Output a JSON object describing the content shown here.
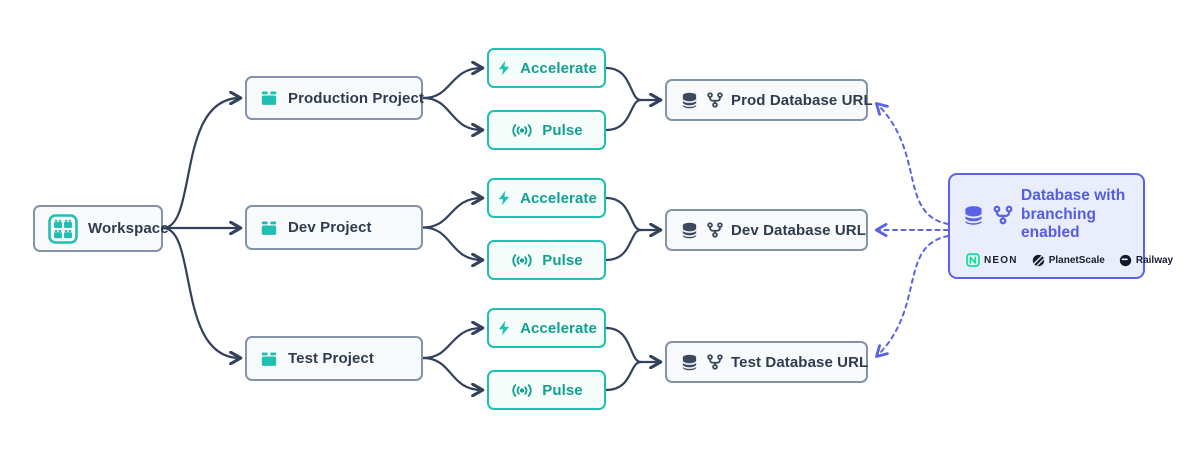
{
  "workspace": {
    "label": "Workspace"
  },
  "rows": [
    {
      "project": "Production Project",
      "accelerate": "Accelerate",
      "pulse": "Pulse",
      "database_url": "Prod Database URL"
    },
    {
      "project": "Dev Project",
      "accelerate": "Accelerate",
      "pulse": "Pulse",
      "database_url": "Dev Database URL"
    },
    {
      "project": "Test Project",
      "accelerate": "Accelerate",
      "pulse": "Pulse",
      "database_url": "Test Database URL"
    }
  ],
  "branching": {
    "title": "Database with branching enabled",
    "providers": [
      "NEON",
      "PlanetScale",
      "Railway"
    ]
  },
  "icons": {
    "workspace": "workspace-grid-icon",
    "project": "briefcase-icon",
    "accelerate": "lightning-bolt-icon",
    "pulse": "signal-waves-icon",
    "database": "database-cylinder-icon",
    "branch": "git-fork-icon",
    "neon": "neon-logo",
    "planetscale": "planetscale-logo",
    "railway": "railway-logo"
  },
  "colors": {
    "teal": "#1FC0B2",
    "teal_text": "#13A092",
    "mint_bg": "#F5FDFB",
    "gray_box_bg": "#F8FAFC",
    "gray_border": "#8494A7",
    "dark_text": "#2F3B4E",
    "arrow": "#33415C",
    "indigo": "#5A63E8",
    "indigo_text": "#545CE0",
    "indigo_bg": "#E9EDFC",
    "neon_green": "#0FE195"
  }
}
